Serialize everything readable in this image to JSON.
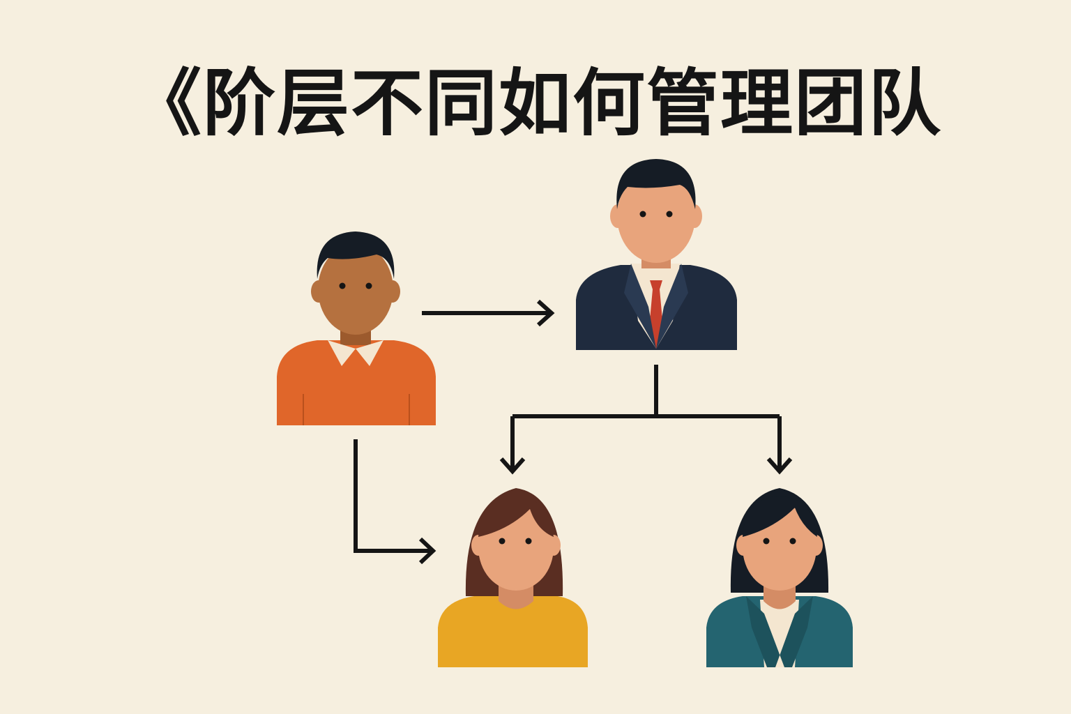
{
  "title": "《阶层不同如何管理团队",
  "colors": {
    "background": "#f6efdf",
    "line": "#151515",
    "employee_sweater": "#e0662a",
    "manager_suit": "#1f2b3e",
    "manager_tie": "#c7402c",
    "woman1_top": "#e8a624",
    "woman2_jacket": "#246470",
    "skin_light": "#e8a47c",
    "skin_dark": "#b5713f"
  },
  "figures": [
    {
      "role": "employee",
      "icon": "man-orange-sweater-icon"
    },
    {
      "role": "manager",
      "icon": "man-suit-tie-icon"
    },
    {
      "role": "team-member",
      "icon": "woman-yellow-top-icon"
    },
    {
      "role": "team-member",
      "icon": "woman-teal-jacket-icon"
    }
  ]
}
